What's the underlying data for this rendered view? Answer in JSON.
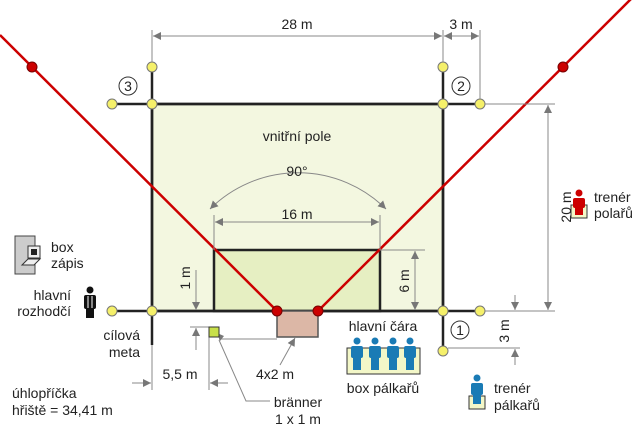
{
  "labels": {
    "inner_field": "vnitřní pole",
    "angle": "90°",
    "width_total": "28 m",
    "width_extra": "3 m",
    "length": "20 m",
    "inner_width": "16 m",
    "inner_depth": "6 m",
    "offset_1m": "1 m",
    "offset_3m": "3 m",
    "bränner_distance": "5,5 m",
    "box_size": "4x2 m",
    "bränner_line1": "bränner",
    "bränner_line2": "1 x 1 m",
    "box_zapis_line1": "box",
    "box_zapis_line2": "zápis",
    "referee_line1": "hlavní",
    "referee_line2": "rozhodčí",
    "goal_line1": "cílová",
    "goal_line2": "meta",
    "main_line": "hlavní čára",
    "batters_box": "box pálkařů",
    "coach_fielders_line1": "trenér",
    "coach_fielders_line2": "polařů",
    "coach_batters_line1": "trenér",
    "coach_batters_line2": "pálkařů",
    "diagonal_line1": "úhlopříčka",
    "diagonal_line2": "hřiště = 34,41 m",
    "base1": "1",
    "base2": "2",
    "base3": "3"
  },
  "colors": {
    "field": "#f3f7e0",
    "inner": "#e6efc2",
    "red": "#cc0000",
    "yellow": "#f5f06a",
    "blue": "#1a7bb5",
    "box": "#dcb7a6"
  }
}
